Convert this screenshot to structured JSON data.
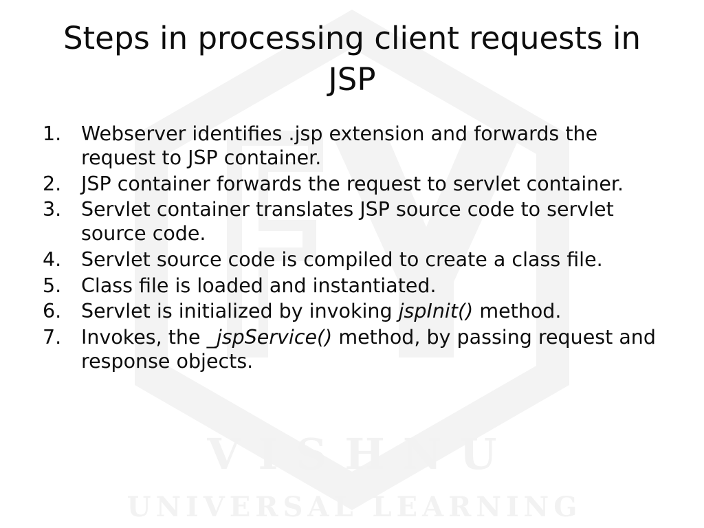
{
  "slide": {
    "title": "Steps in processing client requests in JSP",
    "items": [
      {
        "number": "1.",
        "parts": [
          {
            "text": "Webserver identifies .jsp extension and forwards the request to JSP container.",
            "italic": false
          }
        ]
      },
      {
        "number": "2.",
        "parts": [
          {
            "text": "JSP container forwards the request to servlet container.",
            "italic": false
          }
        ]
      },
      {
        "number": "3.",
        "parts": [
          {
            "text": "Servlet container translates JSP source code to servlet source code.",
            "italic": false
          }
        ]
      },
      {
        "number": "4.",
        "parts": [
          {
            "text": "Servlet source code is compiled to create a class file.",
            "italic": false
          }
        ]
      },
      {
        "number": "5.",
        "parts": [
          {
            "text": "Class file is loaded and instantiated.",
            "italic": false
          }
        ]
      },
      {
        "number": "6.",
        "parts": [
          {
            "text": "Servlet is initialized by invoking ",
            "italic": false
          },
          {
            "text": "jspInit()",
            "italic": true
          },
          {
            "text": " method.",
            "italic": false
          }
        ]
      },
      {
        "number": "7.",
        "parts": [
          {
            "text": "Invokes, the ",
            "italic": false
          },
          {
            "text": "_jspService()",
            "italic": true
          },
          {
            "text": " method, by passing request and response objects.",
            "italic": false
          }
        ]
      }
    ]
  },
  "watermark": {
    "primary": "VISHNU",
    "secondary": "UNIVERSAL LEARNING",
    "color": "#f2f2f2"
  }
}
